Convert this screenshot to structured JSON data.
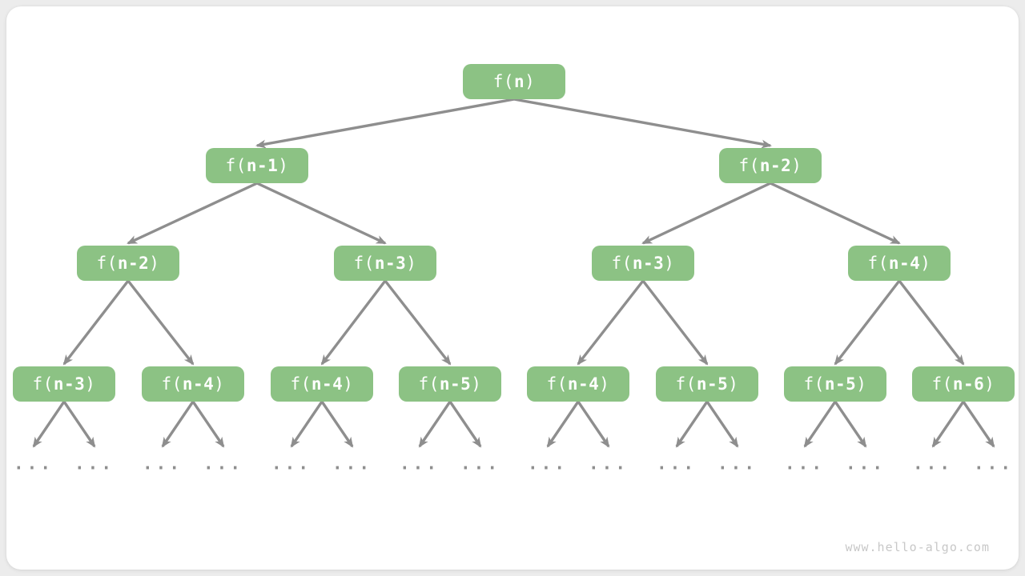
{
  "watermark": "www.hello-algo.com",
  "colors": {
    "page_bg": "#ececec",
    "card_bg": "#ffffff",
    "node_fill": "#8cc284",
    "node_text": "#ffffff",
    "arrow": "#8e8e8e",
    "watermark": "#c8c8c8"
  },
  "tree": {
    "ellipsis_label": "...",
    "ellipsis_count": 16,
    "levels": [
      {
        "nodes": [
          {
            "prefix": "f(",
            "arg": "n",
            "suffix": ")"
          }
        ]
      },
      {
        "nodes": [
          {
            "prefix": "f(",
            "arg": "n-1",
            "suffix": ")"
          },
          {
            "prefix": "f(",
            "arg": "n-2",
            "suffix": ")"
          }
        ]
      },
      {
        "nodes": [
          {
            "prefix": "f(",
            "arg": "n-2",
            "suffix": ")"
          },
          {
            "prefix": "f(",
            "arg": "n-3",
            "suffix": ")"
          },
          {
            "prefix": "f(",
            "arg": "n-3",
            "suffix": ")"
          },
          {
            "prefix": "f(",
            "arg": "n-4",
            "suffix": ")"
          }
        ]
      },
      {
        "nodes": [
          {
            "prefix": "f(",
            "arg": "n-3",
            "suffix": ")"
          },
          {
            "prefix": "f(",
            "arg": "n-4",
            "suffix": ")"
          },
          {
            "prefix": "f(",
            "arg": "n-4",
            "suffix": ")"
          },
          {
            "prefix": "f(",
            "arg": "n-5",
            "suffix": ")"
          },
          {
            "prefix": "f(",
            "arg": "n-4",
            "suffix": ")"
          },
          {
            "prefix": "f(",
            "arg": "n-5",
            "suffix": ")"
          },
          {
            "prefix": "f(",
            "arg": "n-5",
            "suffix": ")"
          },
          {
            "prefix": "f(",
            "arg": "n-6",
            "suffix": ")"
          }
        ]
      }
    ]
  }
}
